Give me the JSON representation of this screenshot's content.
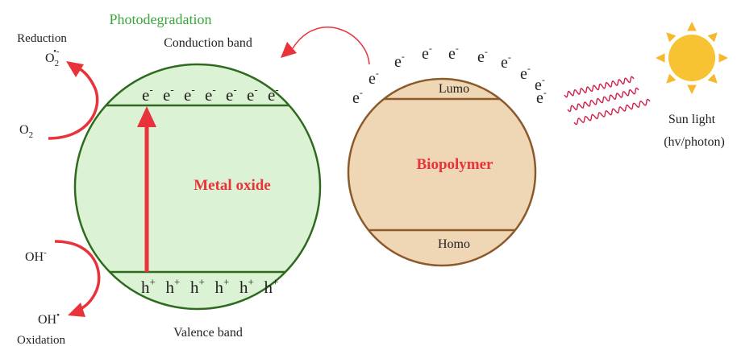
{
  "title": "Photodegradation",
  "labels": {
    "reduction": "Reduction",
    "oxidation": "Oxidation",
    "conduction_band": "Conduction band",
    "valence_band": "Valence band",
    "metal_oxide": "Metal oxide",
    "biopolymer": "Biopolymer",
    "lumo": "Lumo",
    "homo": "Homo",
    "sun_light": "Sun light",
    "sun_light_sub": "(hv/photon)"
  },
  "species": {
    "o2_radical": {
      "base": "O",
      "sub": "2",
      "sup": "•-"
    },
    "o2": {
      "base": "O",
      "sub": "2"
    },
    "oh_minus": {
      "base": "OH",
      "sup": "-"
    },
    "oh_radical": {
      "base": "OH",
      "sup": "•"
    }
  },
  "electron": {
    "base": "e",
    "sup": "-"
  },
  "hole": {
    "base": "h",
    "sup": "+"
  },
  "counts": {
    "metal_oxide_electrons": 7,
    "metal_oxide_holes": 6,
    "biopolymer_electrons": 10
  },
  "colors": {
    "title_green": "#3aa53a",
    "metal_oxide_fill": "#dcf2d4",
    "metal_oxide_stroke": "#2e6b1f",
    "biopolymer_fill": "#efd7b5",
    "biopolymer_stroke": "#8b5a2b",
    "accent_red": "#e8333a",
    "wave_red": "#d0204a",
    "sun_yellow": "#f7c333",
    "sun_ray": "#f6b92d",
    "text": "#222222"
  }
}
